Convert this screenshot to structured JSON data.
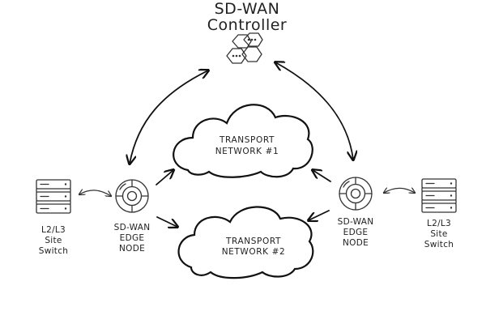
{
  "controller": {
    "title_line1": "SD-WAN",
    "title_line2": "Controller",
    "icon": "hexagon-cluster-icon"
  },
  "transport_networks": [
    {
      "line1": "TRANSPORT",
      "line2": "NETWORK #1"
    },
    {
      "line1": "TRANSPORT",
      "line2": "NETWORK #2"
    }
  ],
  "edge_nodes": [
    {
      "line1": "SD-WAN",
      "line2": "EDGE",
      "line3": "NODE",
      "icon": "edge-node-icon"
    },
    {
      "line1": "SD-WAN",
      "line2": "EDGE",
      "line3": "NODE",
      "icon": "edge-node-icon"
    }
  ],
  "site_switches": [
    {
      "line1": "L2/L3",
      "line2": "Site",
      "line3": "Switch",
      "icon": "server-stack-icon"
    },
    {
      "line1": "L2/L3",
      "line2": "Site",
      "line3": "Switch",
      "icon": "server-stack-icon"
    }
  ],
  "colors": {
    "stroke": "#111111",
    "background": "#ffffff",
    "text": "#222222"
  }
}
